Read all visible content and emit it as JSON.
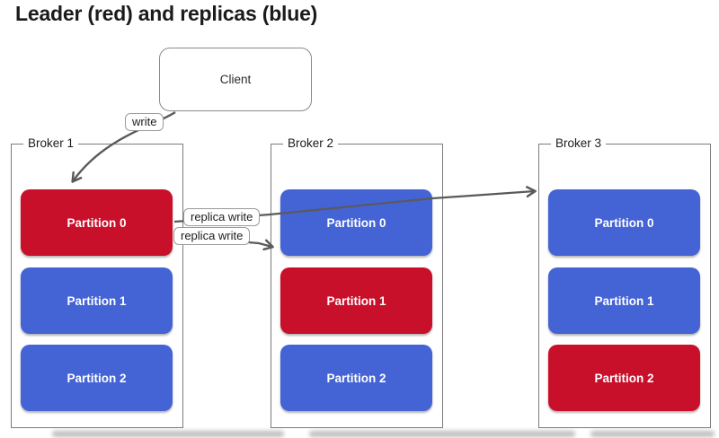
{
  "title": "Leader (red) and replicas (blue)",
  "client": {
    "label": "Client"
  },
  "arrows": {
    "write_label": "write",
    "replica_write_to_broker3_label": "replica write",
    "replica_write_to_broker2_label": "replica write"
  },
  "colors": {
    "leader_red": "#c9102b",
    "replica_blue": "#4463d5",
    "arrow_gray": "#5a5a5a",
    "border_gray": "#7b7b7b"
  },
  "brokers": [
    {
      "name": "Broker 1",
      "partitions": [
        {
          "label": "Partition 0",
          "role": "leader"
        },
        {
          "label": "Partition 1",
          "role": "replica"
        },
        {
          "label": "Partition 2",
          "role": "replica"
        }
      ]
    },
    {
      "name": "Broker 2",
      "partitions": [
        {
          "label": "Partition 0",
          "role": "replica"
        },
        {
          "label": "Partition 1",
          "role": "leader"
        },
        {
          "label": "Partition 2",
          "role": "replica"
        }
      ]
    },
    {
      "name": "Broker 3",
      "partitions": [
        {
          "label": "Partition 0",
          "role": "replica"
        },
        {
          "label": "Partition 1",
          "role": "replica"
        },
        {
          "label": "Partition 2",
          "role": "leader"
        }
      ]
    }
  ]
}
